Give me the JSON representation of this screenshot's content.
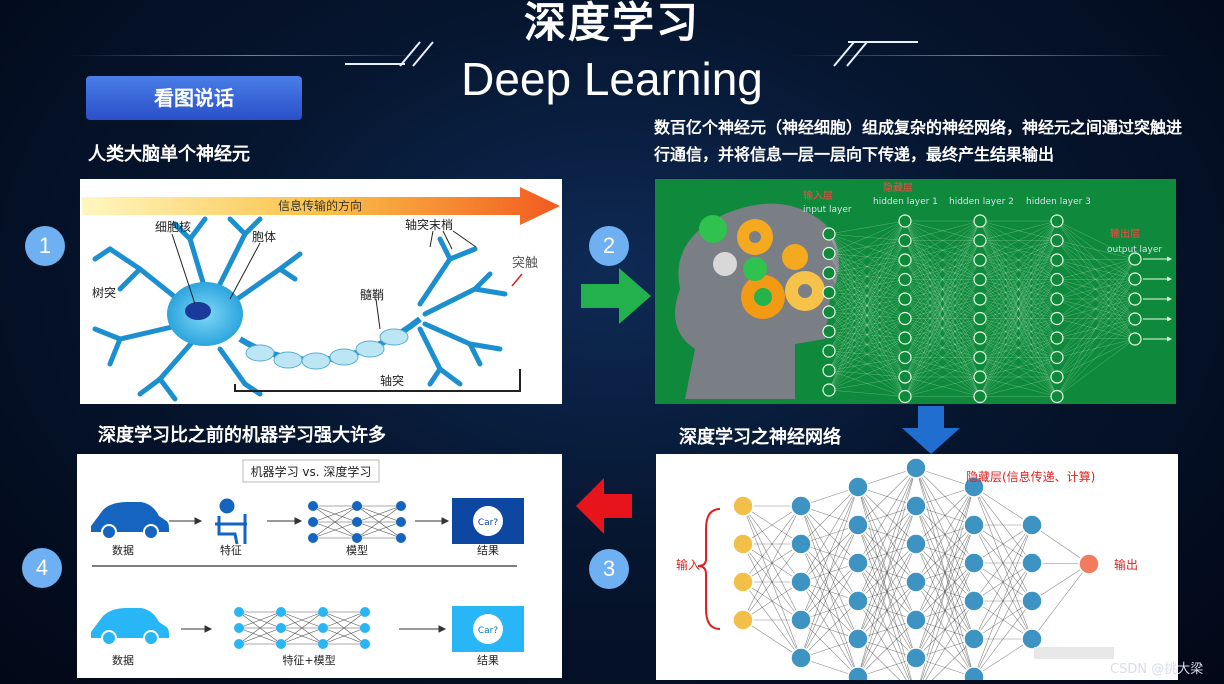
{
  "header": {
    "title_cn": "深度学习",
    "title_en": "Deep Learning"
  },
  "tag": {
    "label": "看图说话"
  },
  "section1": {
    "label": "人类大脑单个神经元",
    "number": "1",
    "arrow_text": "信息传输的方向",
    "parts": {
      "nucleus": "细胞核",
      "soma": "胞体",
      "dendrite": "树突",
      "myelin": "髓鞘",
      "terminals": "轴突末梢",
      "synapse": "突触",
      "axon": "轴突"
    }
  },
  "section2": {
    "description": "数百亿个神经元（神经细胞）组成复杂的神经网络，神经元之间通过突触进行通信，并将信息一层一层向下传递，最终产生结果输出",
    "number": "2",
    "layers": {
      "input_cn": "输入层",
      "input_en": "input layer",
      "hidden_cn": "隐藏层",
      "hidden1": "hidden layer 1",
      "hidden2": "hidden layer 2",
      "hidden3": "hidden layer 3",
      "output_cn": "输出层",
      "output_en": "output layer"
    }
  },
  "section3": {
    "label": "深度学习之神经网络",
    "number": "3",
    "hidden_label": "隐藏层(信息传递、计算)",
    "input_label": "输入",
    "output_label": "输出"
  },
  "section4": {
    "label": "深度学习比之前的机器学习强大许多",
    "number": "4",
    "comparison_title": "机器学习 vs. 深度学习",
    "row1": {
      "data": "数据",
      "features": "特征",
      "model": "模型",
      "result": "结果",
      "result_text": "Car?"
    },
    "row2": {
      "data": "数据",
      "features_model": "特征+模型",
      "result": "结果",
      "result_text": "Car?"
    }
  },
  "watermark": "CSDN @挑大梁",
  "colors": {
    "accent_blue": "#2a50c8",
    "number_circle": "#6fb0f2",
    "arrow_green": "#22b14c",
    "arrow_red": "#e8141c",
    "arrow_blue": "#1f6ed0",
    "node_yellow": "#f2c048",
    "node_blue": "#3d93c2",
    "node_orange": "#f27a5e",
    "panel_green": "#0f8a3c"
  }
}
